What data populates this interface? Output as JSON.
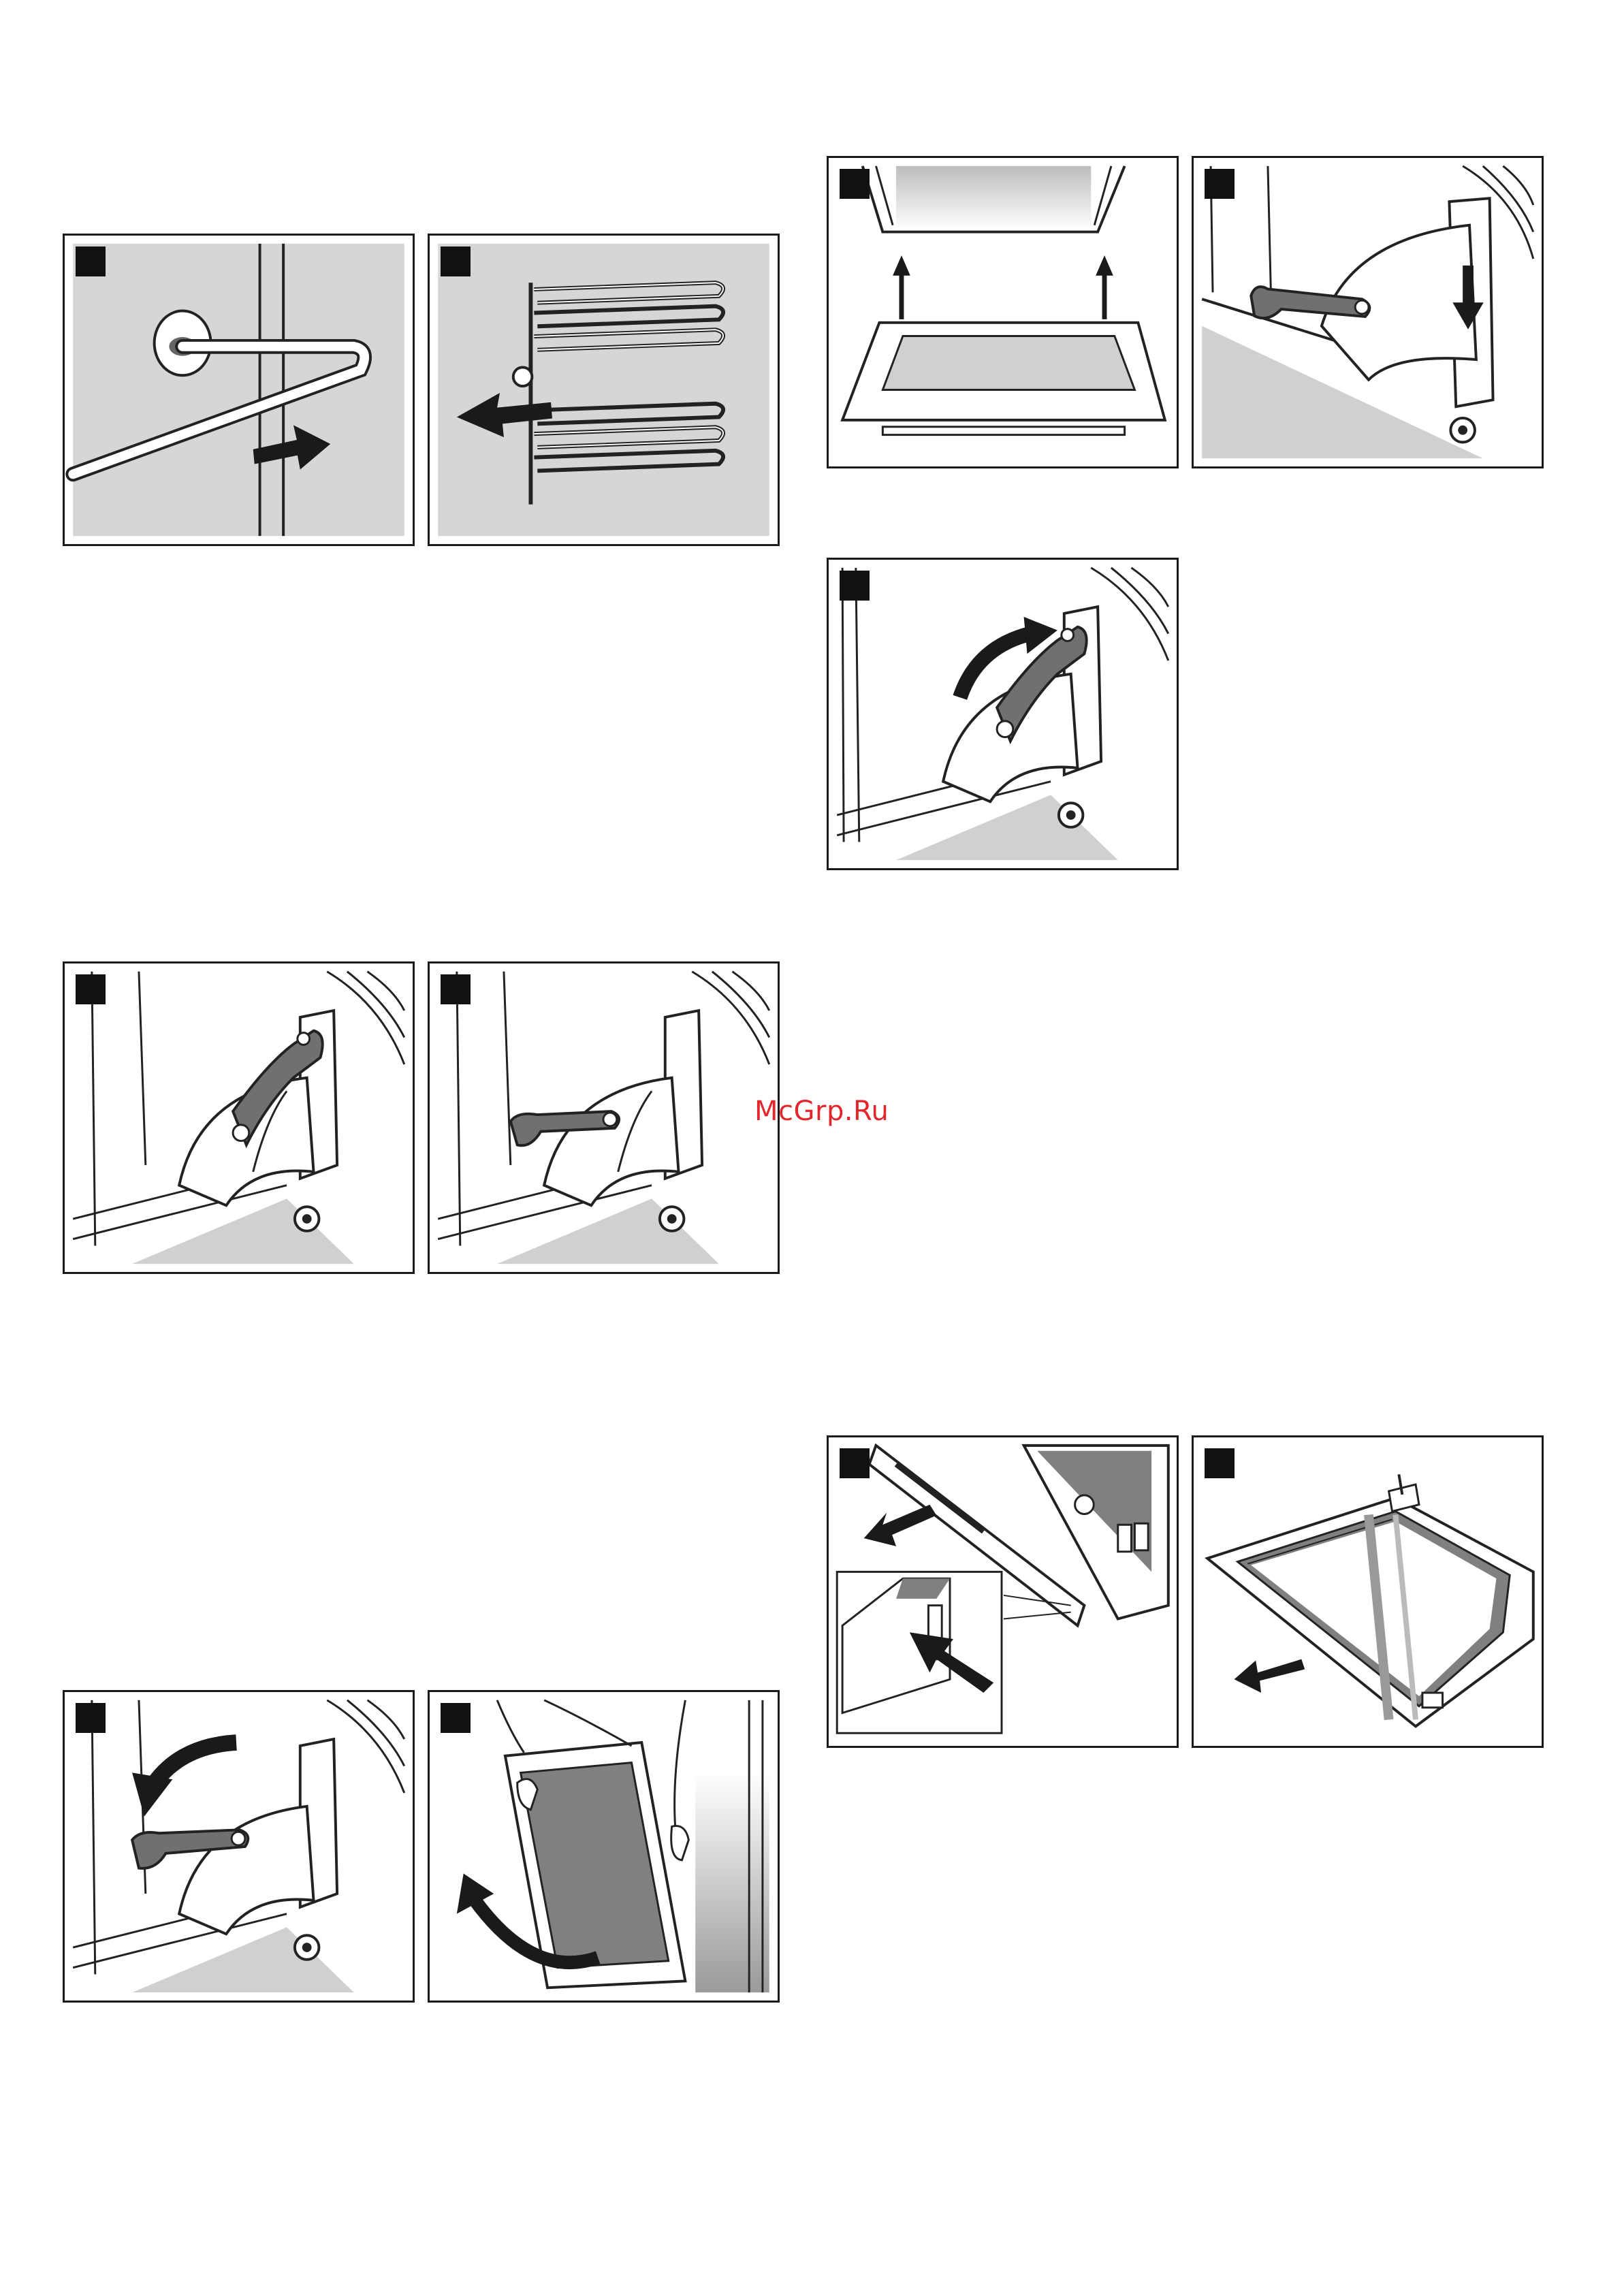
{
  "page": {
    "watermark": "McGrp.Ru"
  },
  "figures": [
    {
      "id": "p1",
      "badge": "step-badge",
      "icon": "rail-hook-release-illustration"
    },
    {
      "id": "p2",
      "badge": "step-badge",
      "icon": "side-rack-removal-illustration"
    },
    {
      "id": "p3",
      "badge": "step-badge",
      "icon": "hinge-lever-up-illustration"
    },
    {
      "id": "p4",
      "badge": "step-badge",
      "icon": "hinge-lever-down-illustration"
    },
    {
      "id": "p5",
      "badge": "step-badge",
      "icon": "hinge-lever-fold-illustration"
    },
    {
      "id": "p6",
      "badge": "step-badge",
      "icon": "door-lift-off-illustration"
    },
    {
      "id": "p7",
      "badge": "step-badge",
      "icon": "door-hinge-insert-illustration"
    },
    {
      "id": "p8",
      "badge": "step-badge",
      "icon": "hinge-engage-illustration"
    },
    {
      "id": "p9",
      "badge": "step-badge",
      "icon": "hinge-lever-close-illustration"
    },
    {
      "id": "p10",
      "badge": "step-badge",
      "icon": "door-trim-removal-illustration"
    },
    {
      "id": "p11",
      "badge": "step-badge",
      "icon": "inner-glass-removal-illustration"
    }
  ],
  "colors": {
    "frame": "#1a1a1a",
    "shade": "#d0d0d0",
    "lever": "#707070",
    "arrow": "#1a1a1a",
    "watermark": "#e2262b"
  }
}
